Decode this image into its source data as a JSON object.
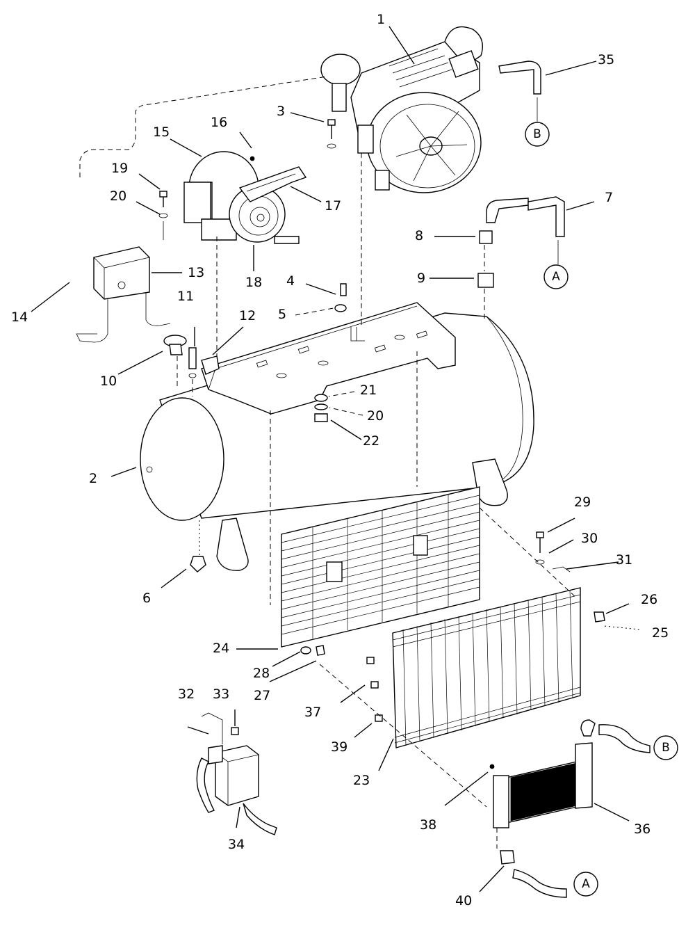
{
  "callouts": [
    {
      "id": "1",
      "text": "1"
    },
    {
      "id": "2",
      "text": "2"
    },
    {
      "id": "3",
      "text": "3"
    },
    {
      "id": "4",
      "text": "4"
    },
    {
      "id": "5",
      "text": "5"
    },
    {
      "id": "6",
      "text": "6"
    },
    {
      "id": "7",
      "text": "7"
    },
    {
      "id": "8",
      "text": "8"
    },
    {
      "id": "9",
      "text": "9"
    },
    {
      "id": "10",
      "text": "10"
    },
    {
      "id": "11",
      "text": "11"
    },
    {
      "id": "12",
      "text": "12"
    },
    {
      "id": "13",
      "text": "13"
    },
    {
      "id": "14",
      "text": "14"
    },
    {
      "id": "15",
      "text": "15"
    },
    {
      "id": "16",
      "text": "16"
    },
    {
      "id": "17",
      "text": "17"
    },
    {
      "id": "18",
      "text": "18"
    },
    {
      "id": "19",
      "text": "19"
    },
    {
      "id": "20a",
      "text": "20"
    },
    {
      "id": "20b",
      "text": "20"
    },
    {
      "id": "21",
      "text": "21"
    },
    {
      "id": "22",
      "text": "22"
    },
    {
      "id": "23",
      "text": "23"
    },
    {
      "id": "24",
      "text": "24"
    },
    {
      "id": "25",
      "text": "25"
    },
    {
      "id": "26",
      "text": "26"
    },
    {
      "id": "27",
      "text": "27"
    },
    {
      "id": "28",
      "text": "28"
    },
    {
      "id": "29",
      "text": "29"
    },
    {
      "id": "30",
      "text": "30"
    },
    {
      "id": "31",
      "text": "31"
    },
    {
      "id": "32",
      "text": "32"
    },
    {
      "id": "33",
      "text": "33"
    },
    {
      "id": "34",
      "text": "34"
    },
    {
      "id": "35",
      "text": "35"
    },
    {
      "id": "36",
      "text": "36"
    },
    {
      "id": "37",
      "text": "37"
    },
    {
      "id": "38",
      "text": "38"
    },
    {
      "id": "39",
      "text": "39"
    },
    {
      "id": "40",
      "text": "40"
    }
  ],
  "connectors": [
    {
      "id": "b-top",
      "text": "B"
    },
    {
      "id": "a-top",
      "text": "A"
    },
    {
      "id": "b-bottom",
      "text": "B"
    },
    {
      "id": "a-bottom",
      "text": "A"
    }
  ]
}
